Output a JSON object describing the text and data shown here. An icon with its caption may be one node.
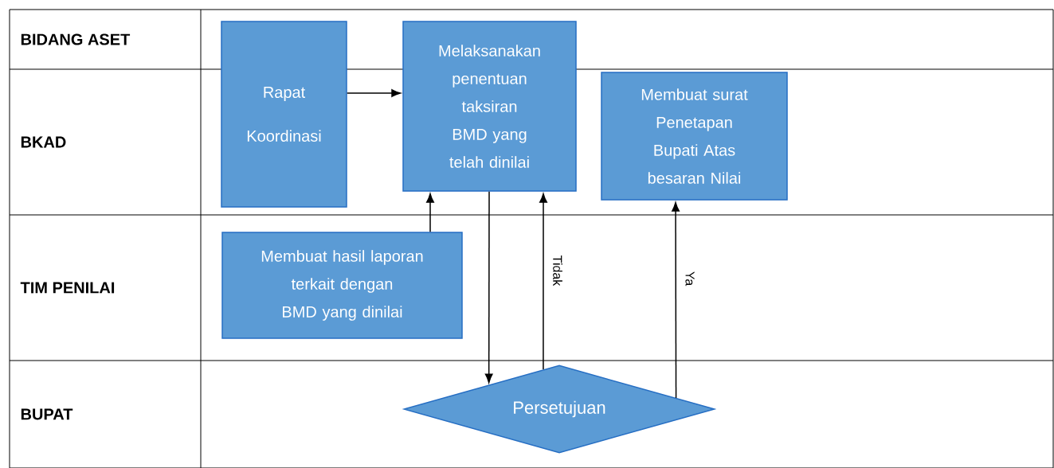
{
  "diagram": {
    "nodes": [
      {
        "text": [
          "Rapat Koordinasi"
        ]
      },
      {
        "text": [
          "Melaksanakan penentuan taksiran BMD yang telah dinilai"
        ]
      },
      {
        "text": [
          "Membuat surat Penetapan Bupati Atas besaran Nilai"
        ]
      },
      {
        "text": [
          "Membuat hasil laporan terkait dengan BMD yang dinilai"
        ]
      },
      {
        "text": [
          "Persetujuan"
        ]
      }
    ],
    "edges": [
      {
        "from": 0,
        "to": 1,
        "arrow": "to"
      },
      {
        "from": 3,
        "to": 1,
        "arrow": "to"
      },
      {
        "from": 1,
        "to": 4,
        "arrow": "to"
      },
      {
        "from": 4,
        "to": 1,
        "arrow": "to",
        "label": "Tidak"
      },
      {
        "from": 4,
        "to": 2,
        "arrow": "to",
        "label": "Ya"
      }
    ],
    "labels": [
      "BIDANG ASET",
      "BKAD",
      "TIM PENILAI",
      "BUPAT"
    ]
  }
}
